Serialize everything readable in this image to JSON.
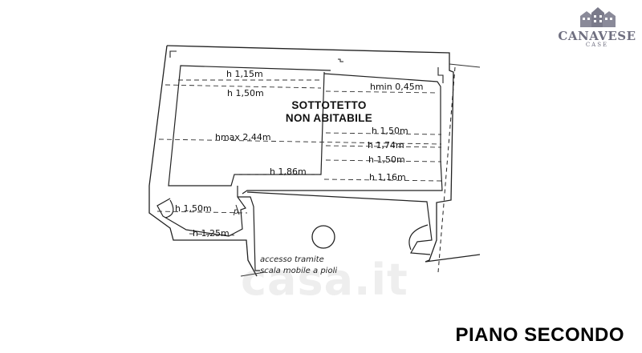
{
  "brand": {
    "name": "CANAVESE",
    "sub": "CASE"
  },
  "watermark": "casa.it",
  "room": {
    "line1": "SOTTOTETTO",
    "line2": "NON ABITABILE"
  },
  "heights": {
    "h115": "h 1,15m",
    "h150_top": "h 1,50m",
    "hmin": "hmin 0,45m",
    "h150_r1": "h 1,50m",
    "hmax": "hmax 2,44m",
    "h174": "h 1,74m",
    "h150_r2": "h 1,50m",
    "h186": "h 1,86m",
    "h116": "h 1,16m",
    "h150_left": "h 1,50m",
    "h125": "h 1,25m"
  },
  "access": {
    "line1": "accesso tramite",
    "line2": "scala mobile a pioli"
  },
  "floor": "PIANO SECONDO"
}
